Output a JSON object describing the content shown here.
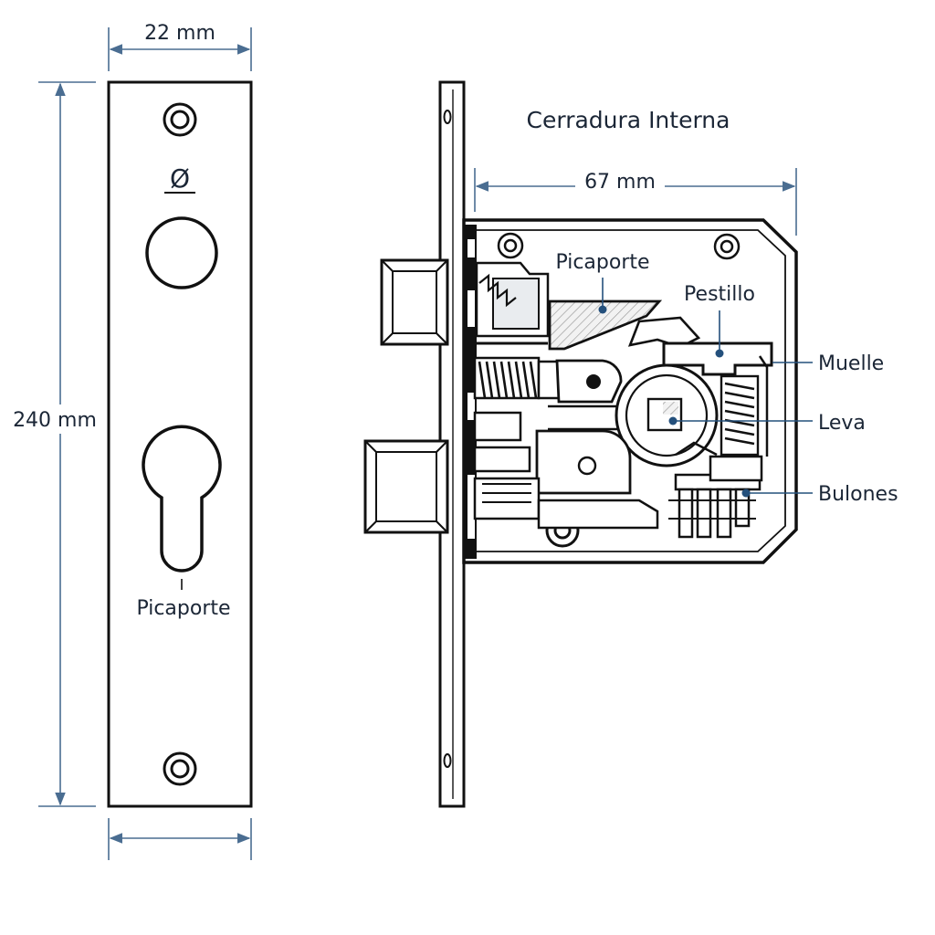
{
  "faceplate": {
    "width_dim": "22 mm",
    "height_dim": "240 mm",
    "diameter_symbol": "Ø",
    "label": "Picaporte"
  },
  "lock_body": {
    "title": "Cerradura Interna",
    "depth_dim": "67 mm"
  },
  "callouts": {
    "picaporte": "Picaporte",
    "pestillo": "Pestillo",
    "muelle": "Muelle",
    "leva": "Leva",
    "bulones": "Bulones"
  },
  "colors": {
    "ink": "#111111",
    "dimension": "#4a6d91",
    "leader": "#24507c",
    "text": "#1b2636"
  }
}
